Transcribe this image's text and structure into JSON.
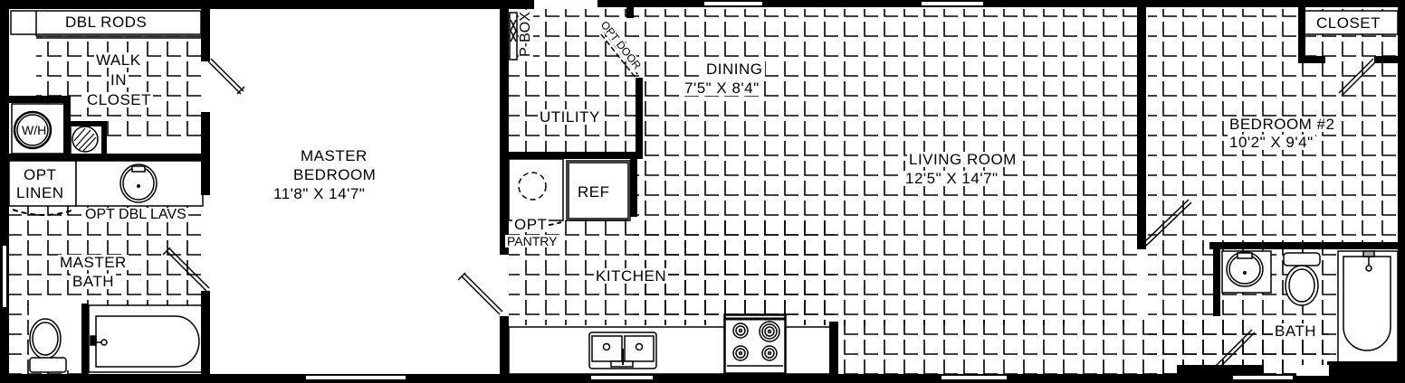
{
  "plan": {
    "type": "single-section manufactured home floor plan",
    "colors": {
      "wall": "#000000",
      "floor": "#ffffff",
      "tile_line": "#000000"
    }
  },
  "rooms": {
    "walk_in_closet": {
      "line1": "WALK",
      "line2": "IN",
      "line3": "CLOSET"
    },
    "dbl_rods": {
      "label": "DBL RODS"
    },
    "water_heater": {
      "label": "W/H"
    },
    "opt_linen": {
      "line1": "OPT",
      "line2": "LINEN"
    },
    "opt_dbl_lavs": {
      "label": "OPT DBL LAVS"
    },
    "master_bath": {
      "line1": "MASTER",
      "line2": "BATH"
    },
    "master_bedroom": {
      "line1": "MASTER",
      "line2": "BEDROOM",
      "dims": "11'8\" X 14'7\""
    },
    "p_box": {
      "label": "P-BOX"
    },
    "opt_door": {
      "label": "OPT DOOR"
    },
    "utility": {
      "label": "UTILITY"
    },
    "refrigerator": {
      "label": "REF"
    },
    "opt_pantry": {
      "line1": "OPT",
      "line2": "PANTRY"
    },
    "kitchen": {
      "label": "KITCHEN"
    },
    "dining": {
      "label": "DINING",
      "dims": "7'5\" X 8'4\""
    },
    "living_room": {
      "label": "LIVING ROOM",
      "dims": "12'5\" X 14'7\""
    },
    "bedroom_2": {
      "label": "BEDROOM #2",
      "dims": "10'2\" X 9'4\""
    },
    "closet": {
      "label": "CLOSET"
    },
    "bath": {
      "label": "BATH"
    }
  }
}
